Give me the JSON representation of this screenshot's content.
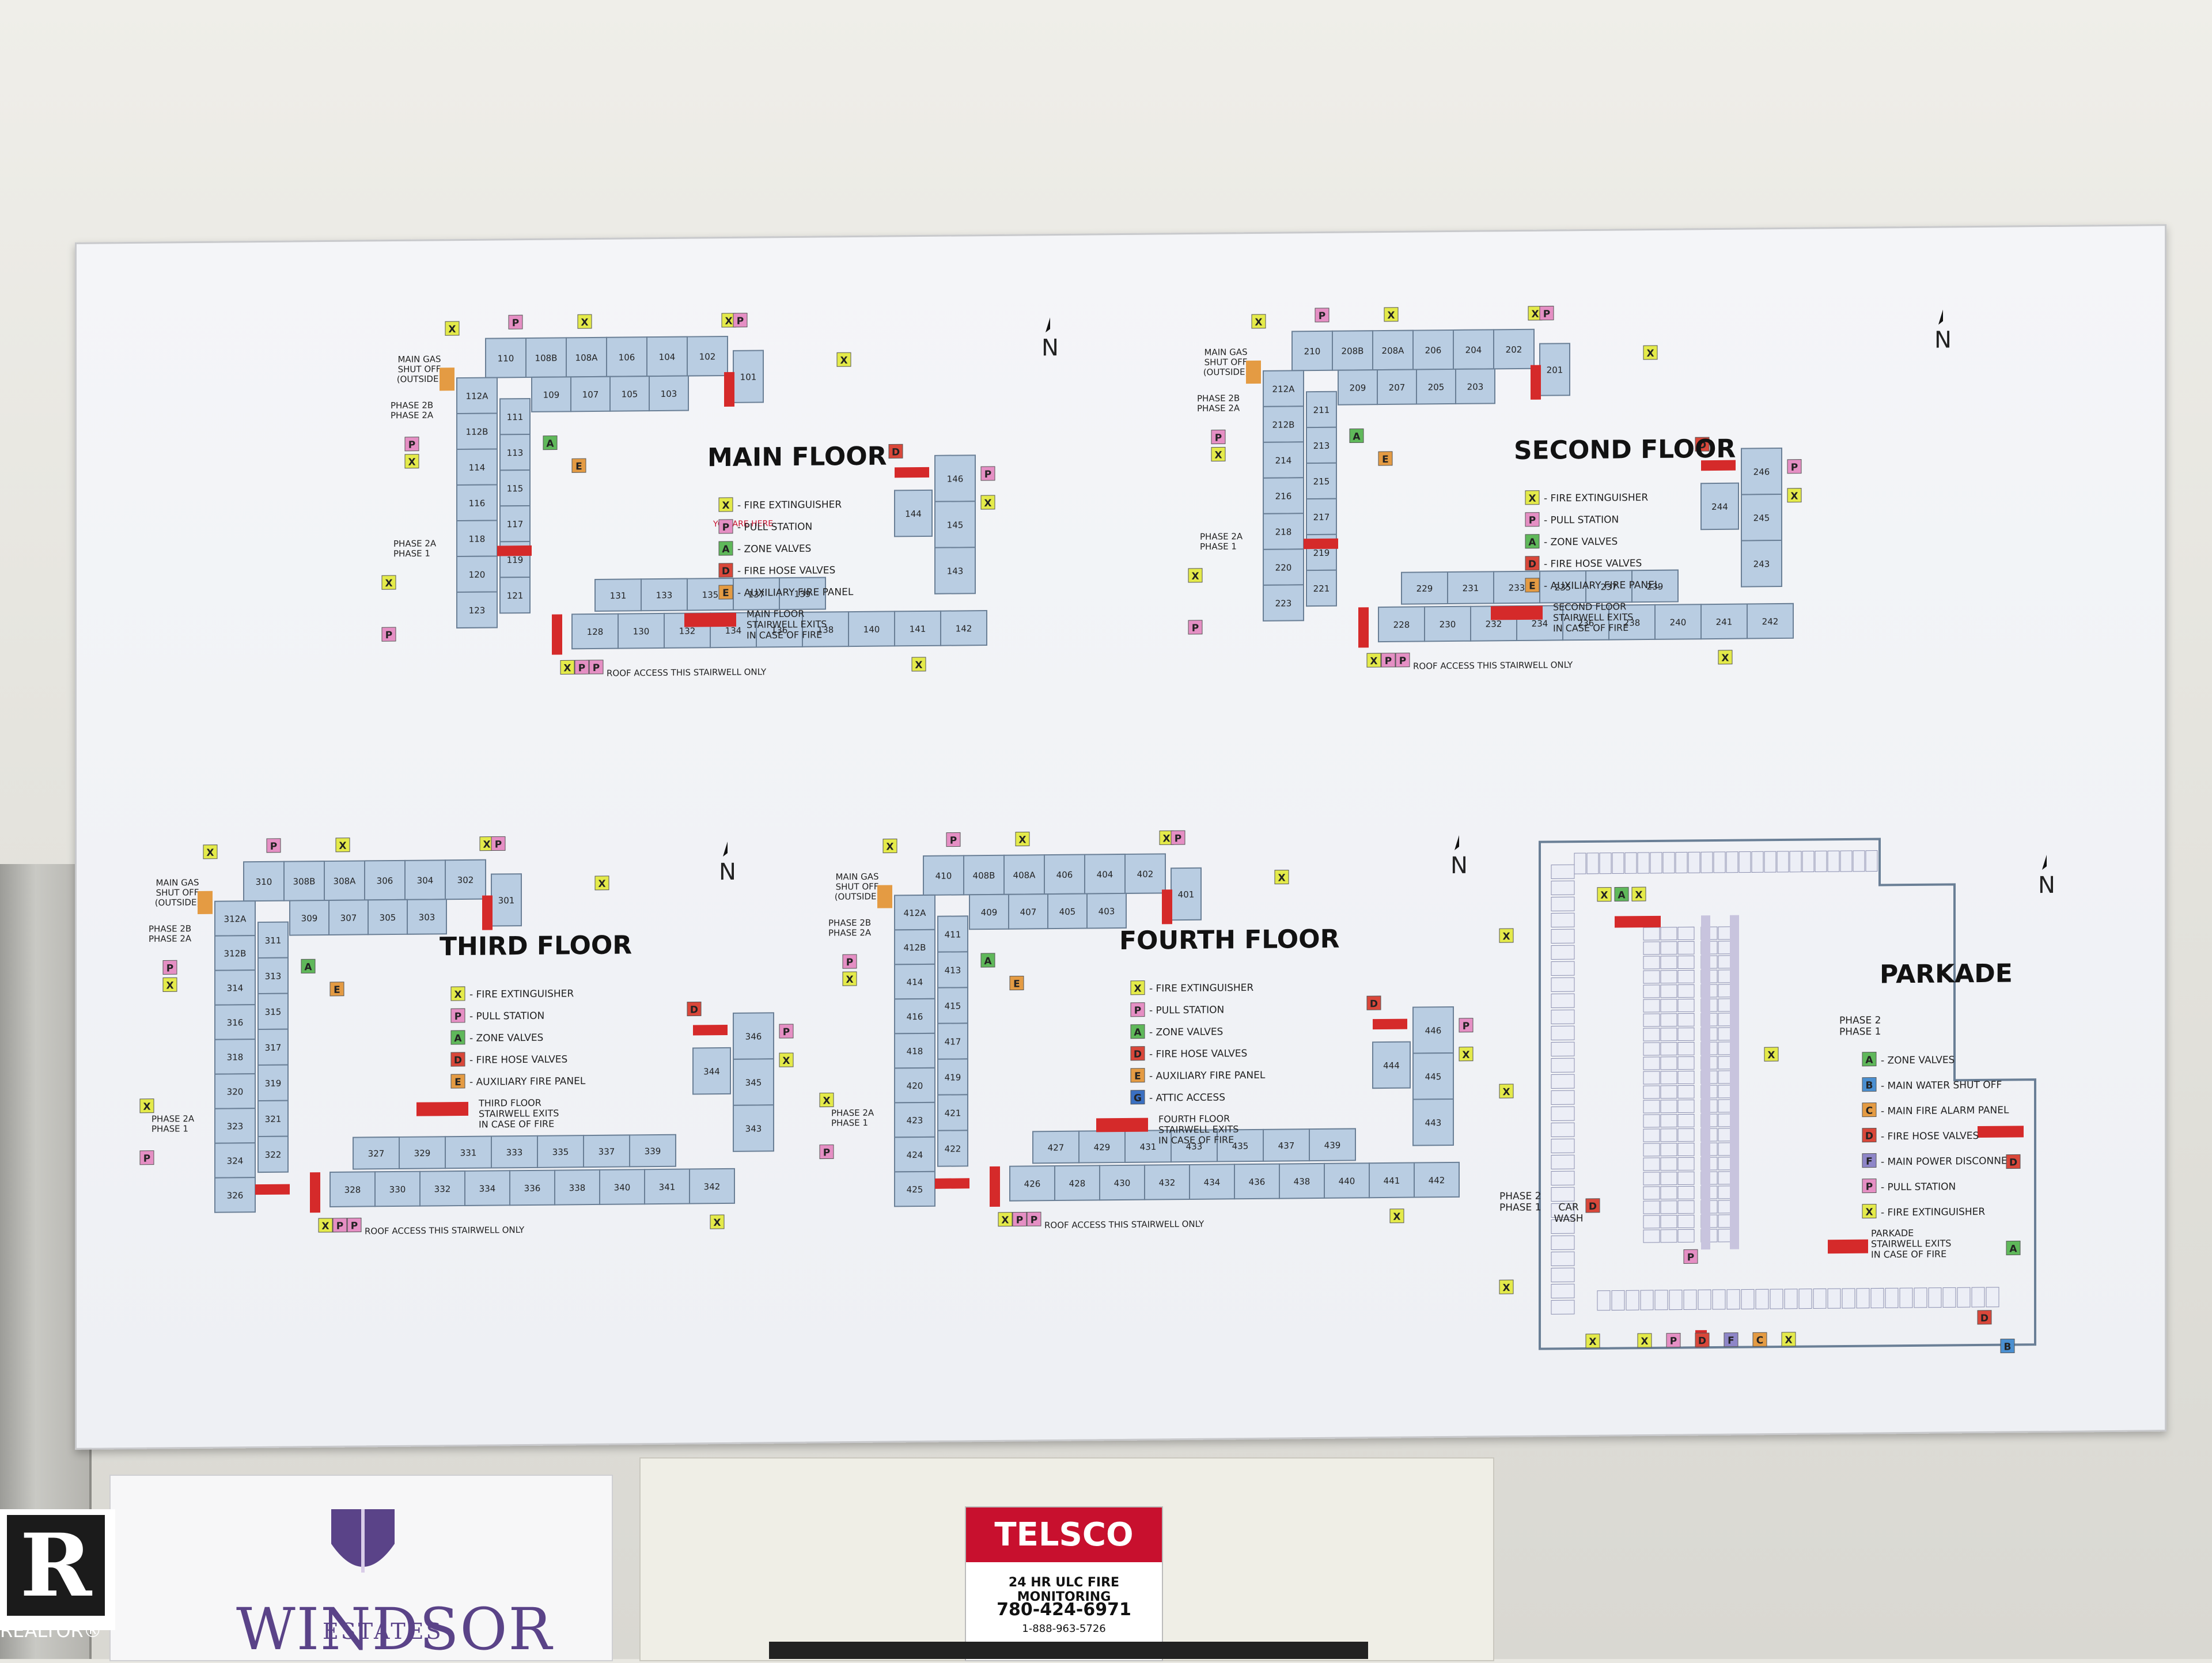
{
  "floors": [
    {
      "title": "MAIN FLOOR",
      "stairwell": "MAIN FLOOR\nSTAIRWELL EXITS\nIN CASE OF FIRE",
      "roof": "ROOF ACCESS THIS STAIRWELL ONLY",
      "you_are_here": "YOU ARE HERE",
      "top_units": [
        "110",
        "108B",
        "108A",
        "106",
        "104",
        "102"
      ],
      "inner_units": [
        "109",
        "107",
        "105",
        "103"
      ],
      "end_unit": "101",
      "left_units": [
        "112A",
        "112B",
        "114",
        "116",
        "118",
        "120",
        "123"
      ],
      "inner_left": [
        "111",
        "113",
        "115",
        "117",
        "119",
        "121"
      ],
      "bottom_row_top": [
        "131",
        "133",
        "135",
        "137",
        "139"
      ],
      "bottom_row": [
        "128",
        "130",
        "132",
        "134",
        "136",
        "138",
        "140",
        "141",
        "142"
      ],
      "right_units": [
        "146",
        "145",
        "143"
      ],
      "right_inner": "144"
    },
    {
      "title": "SECOND FLOOR",
      "stairwell": "SECOND FLOOR\nSTAIRWELL EXITS\nIN CASE OF FIRE",
      "roof": "ROOF ACCESS THIS STAIRWELL ONLY",
      "top_units": [
        "210",
        "208B",
        "208A",
        "206",
        "204",
        "202"
      ],
      "inner_units": [
        "209",
        "207",
        "205",
        "203"
      ],
      "end_unit": "201",
      "left_units": [
        "212A",
        "212B",
        "214",
        "216",
        "218",
        "220",
        "223"
      ],
      "inner_left": [
        "211",
        "213",
        "215",
        "217",
        "219",
        "221"
      ],
      "bottom_row_top": [
        "229",
        "231",
        "233",
        "235",
        "237",
        "239"
      ],
      "bottom_row": [
        "228",
        "230",
        "232",
        "234",
        "236",
        "238",
        "240",
        "241",
        "242"
      ],
      "right_units": [
        "246",
        "245",
        "243"
      ],
      "right_inner": "244"
    },
    {
      "title": "THIRD FLOOR",
      "stairwell": "THIRD FLOOR\nSTAIRWELL EXITS\nIN CASE OF FIRE",
      "roof": "ROOF ACCESS THIS STAIRWELL ONLY",
      "top_units": [
        "310",
        "308B",
        "308A",
        "306",
        "304",
        "302"
      ],
      "inner_units": [
        "309",
        "307",
        "305",
        "303"
      ],
      "end_unit": "301",
      "left_units": [
        "312A",
        "312B",
        "314",
        "316",
        "318",
        "320",
        "323",
        "324",
        "326"
      ],
      "inner_left": [
        "311",
        "313",
        "315",
        "317",
        "319",
        "321",
        "322"
      ],
      "bottom_row_top": [
        "327",
        "329",
        "331",
        "333",
        "335",
        "337",
        "339"
      ],
      "bottom_row": [
        "328",
        "330",
        "332",
        "334",
        "336",
        "338",
        "340",
        "341",
        "342"
      ],
      "right_units": [
        "346",
        "345",
        "343"
      ],
      "right_inner": "344"
    },
    {
      "title": "FOURTH FLOOR",
      "stairwell": "FOURTH FLOOR\nSTAIRWELL EXITS\nIN CASE OF FIRE",
      "roof": "ROOF ACCESS THIS STAIRWELL ONLY",
      "top_units": [
        "410",
        "408B",
        "408A",
        "406",
        "404",
        "402"
      ],
      "inner_units": [
        "409",
        "407",
        "405",
        "403"
      ],
      "end_unit": "401",
      "left_units": [
        "412A",
        "412B",
        "414",
        "416",
        "418",
        "420",
        "423",
        "424",
        "425"
      ],
      "inner_left": [
        "411",
        "413",
        "415",
        "417",
        "419",
        "421",
        "422"
      ],
      "bottom_row_top": [
        "427",
        "429",
        "431",
        "433",
        "435",
        "437",
        "439"
      ],
      "bottom_row": [
        "426",
        "428",
        "430",
        "432",
        "434",
        "436",
        "438",
        "440",
        "441",
        "442"
      ],
      "right_units": [
        "446",
        "445",
        "443"
      ],
      "right_inner": "444"
    }
  ],
  "common_labels": {
    "north": "N",
    "main_gas": "MAIN GAS\nSHUT OFF\n(OUTSIDE)",
    "phase_2b": "PHASE 2B",
    "phase_2a": "PHASE 2A",
    "phase_1": "PHASE 1"
  },
  "legend_floor": [
    {
      "key": "X",
      "label": "- FIRE EXTINGUISHER",
      "color": "#e4ea4a"
    },
    {
      "key": "P",
      "label": "- PULL STATION",
      "color": "#e58fc4"
    },
    {
      "key": "A",
      "label": "- ZONE VALVES",
      "color": "#5fb85a"
    },
    {
      "key": "D",
      "label": "- FIRE HOSE VALVES",
      "color": "#d9473a"
    },
    {
      "key": "E",
      "label": "- AUXILIARY FIRE PANEL",
      "color": "#e49b43"
    }
  ],
  "legend_fourth_extra": {
    "key": "G",
    "label": "- ATTIC ACCESS",
    "color": "#3a6fc1"
  },
  "parkade": {
    "title": "PARKADE",
    "phase_2": "PHASE 2",
    "phase_1": "PHASE 1",
    "car_wash": "CAR\nWASH",
    "stairwell": "PARKADE\nSTAIRWELL EXITS\nIN CASE OF FIRE",
    "legend": [
      {
        "key": "A",
        "label": "- ZONE VALVES",
        "color": "#5fb85a"
      },
      {
        "key": "B",
        "label": "- MAIN WATER SHUT OFF",
        "color": "#4a8fd0"
      },
      {
        "key": "C",
        "label": "- MAIN FIRE ALARM PANEL",
        "color": "#e49b43"
      },
      {
        "key": "D",
        "label": "- FIRE HOSE VALVES",
        "color": "#d9473a"
      },
      {
        "key": "F",
        "label": "- MAIN POWER DISCONNECT",
        "color": "#8e86c8"
      },
      {
        "key": "P",
        "label": "- PULL STATION",
        "color": "#e58fc4"
      },
      {
        "key": "X",
        "label": "- FIRE EXTINGUISHER",
        "color": "#e4ea4a"
      }
    ]
  },
  "signs": {
    "windsor": "WINDSOR",
    "estates": "ESTATES",
    "telsco_brand": "TELSCO",
    "telsco_line1": "24 HR ULC FIRE MONITORING",
    "telsco_phone": "780-424-6971",
    "telsco_toll": "1-888-963-5726",
    "realtor": "REALTOR®"
  },
  "colors": {
    "unit_fill": "#b9cde2",
    "stair_red": "#d52a2a",
    "telsco_red": "#c8102e",
    "windsor_purple": "#5a4388"
  }
}
